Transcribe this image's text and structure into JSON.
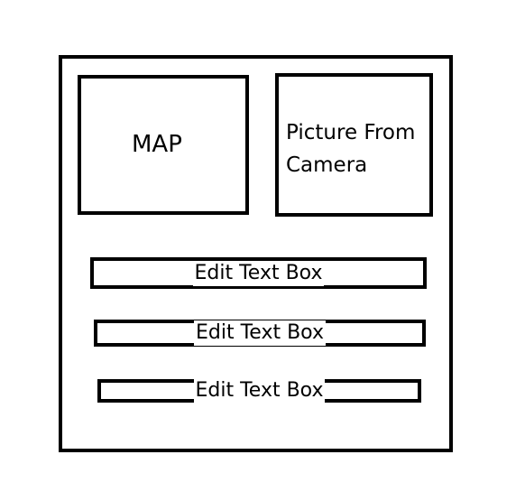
{
  "map_panel": {
    "label": "MAP"
  },
  "camera_panel": {
    "line1": "Picture From",
    "line2": "Camera"
  },
  "edit_boxes": [
    {
      "label": "Edit Text Box"
    },
    {
      "label": "Edit Text Box"
    },
    {
      "label": "Edit Text Box"
    }
  ]
}
